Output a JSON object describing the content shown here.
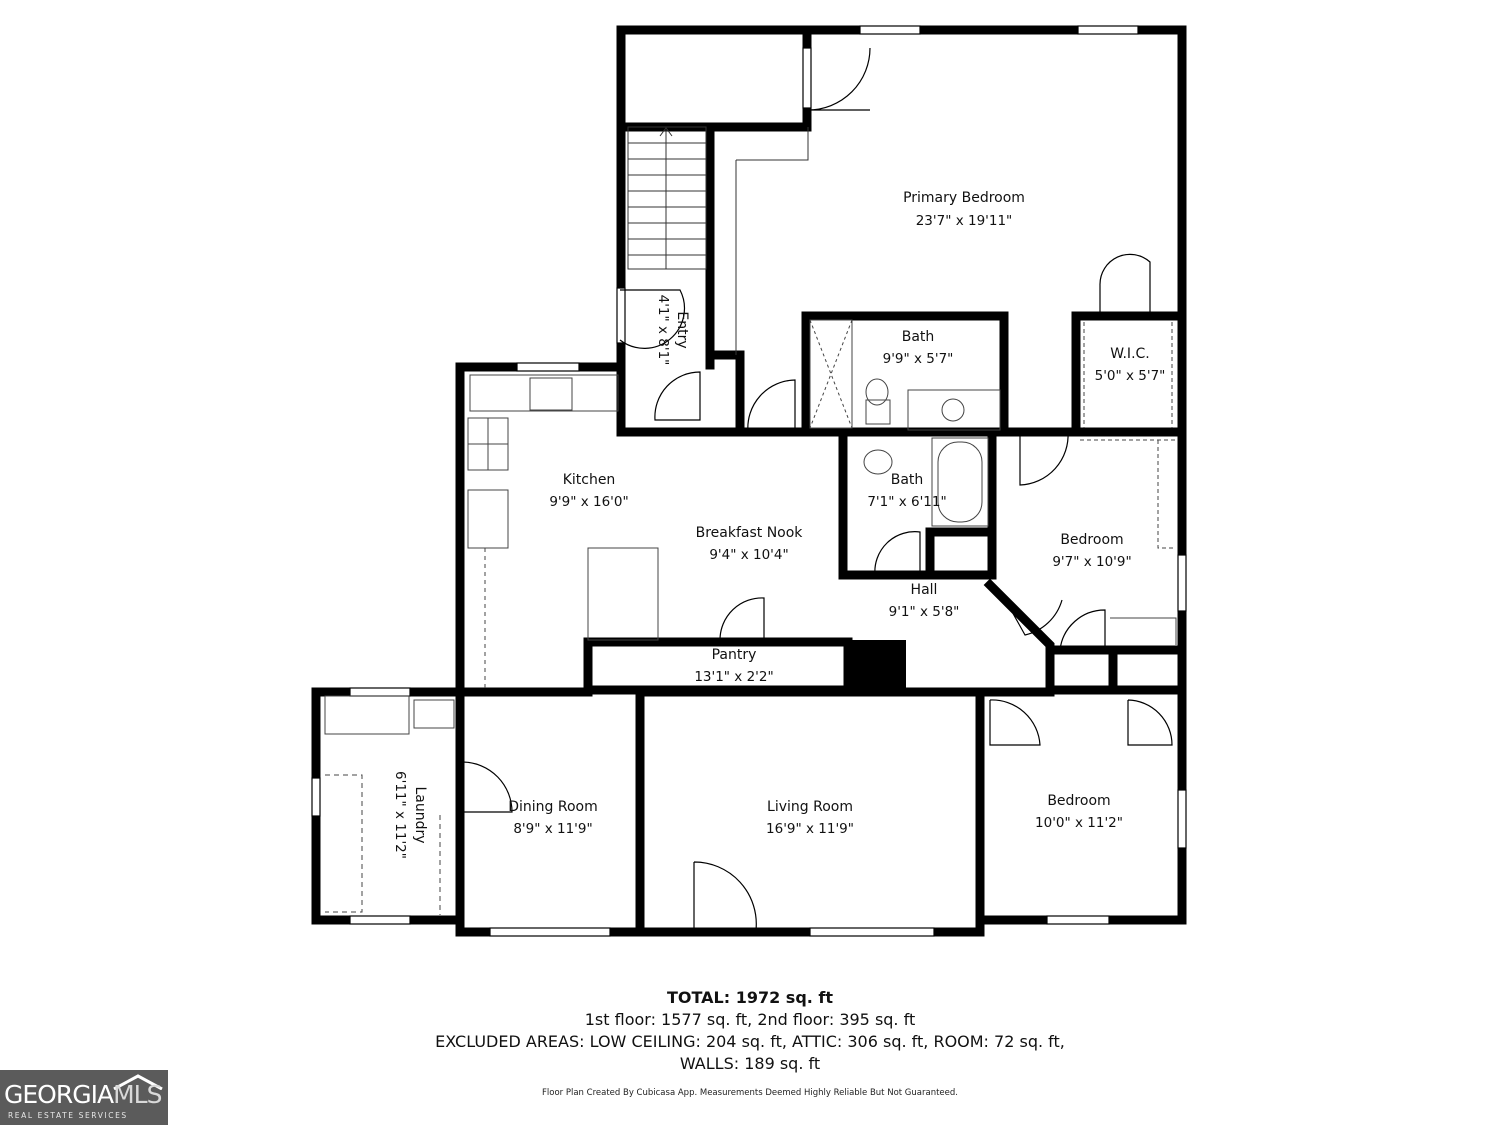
{
  "rooms": [
    {
      "id": "primary-bedroom",
      "name": "Primary Bedroom",
      "dims": "23'7\" x 19'11\""
    },
    {
      "id": "entry",
      "name": "Entry",
      "dims": "4'1\" x 8'1\""
    },
    {
      "id": "bath-primary",
      "name": "Bath",
      "dims": "9'9\" x 5'7\""
    },
    {
      "id": "wic",
      "name": "W.I.C.",
      "dims": "5'0\" x 5'7\""
    },
    {
      "id": "kitchen",
      "name": "Kitchen",
      "dims": "9'9\" x 16'0\""
    },
    {
      "id": "breakfast-nook",
      "name": "Breakfast Nook",
      "dims": "9'4\" x 10'4\""
    },
    {
      "id": "bath-hall",
      "name": "Bath",
      "dims": "7'1\" x 6'11\""
    },
    {
      "id": "bedroom-1",
      "name": "Bedroom",
      "dims": "9'7\" x 10'9\""
    },
    {
      "id": "hall",
      "name": "Hall",
      "dims": "9'1\" x 5'8\""
    },
    {
      "id": "pantry",
      "name": "Pantry",
      "dims": "13'1\" x 2'2\""
    },
    {
      "id": "laundry",
      "name": "Laundry",
      "dims": "6'11\" x 11'2\""
    },
    {
      "id": "dining-room",
      "name": "Dining Room",
      "dims": "8'9\" x 11'9\""
    },
    {
      "id": "living-room",
      "name": "Living Room",
      "dims": "16'9\" x 11'9\""
    },
    {
      "id": "bedroom-2",
      "name": "Bedroom",
      "dims": "10'0\" x 11'2\""
    }
  ],
  "summary": {
    "total": "TOTAL: 1972 sq. ft",
    "floors": "1st floor: 1577 sq. ft, 2nd floor: 395 sq. ft",
    "excluded": "EXCLUDED AREAS: LOW CEILING: 204 sq. ft, ATTIC: 306 sq. ft, ROOM: 72 sq. ft,",
    "walls": "WALLS: 189 sq. ft"
  },
  "disclaimer": "Floor Plan Created By Cubicasa App. Measurements Deemed Highly Reliable But Not Guaranteed.",
  "logo": {
    "brand": "GEORGIA",
    "brand_suffix": "MLS",
    "subtitle": "REAL ESTATE SERVICES"
  },
  "colors": {
    "wall": "#000000",
    "fixture": "#444444",
    "background": "#ffffff",
    "logo_bg": "#5b5b5b"
  }
}
